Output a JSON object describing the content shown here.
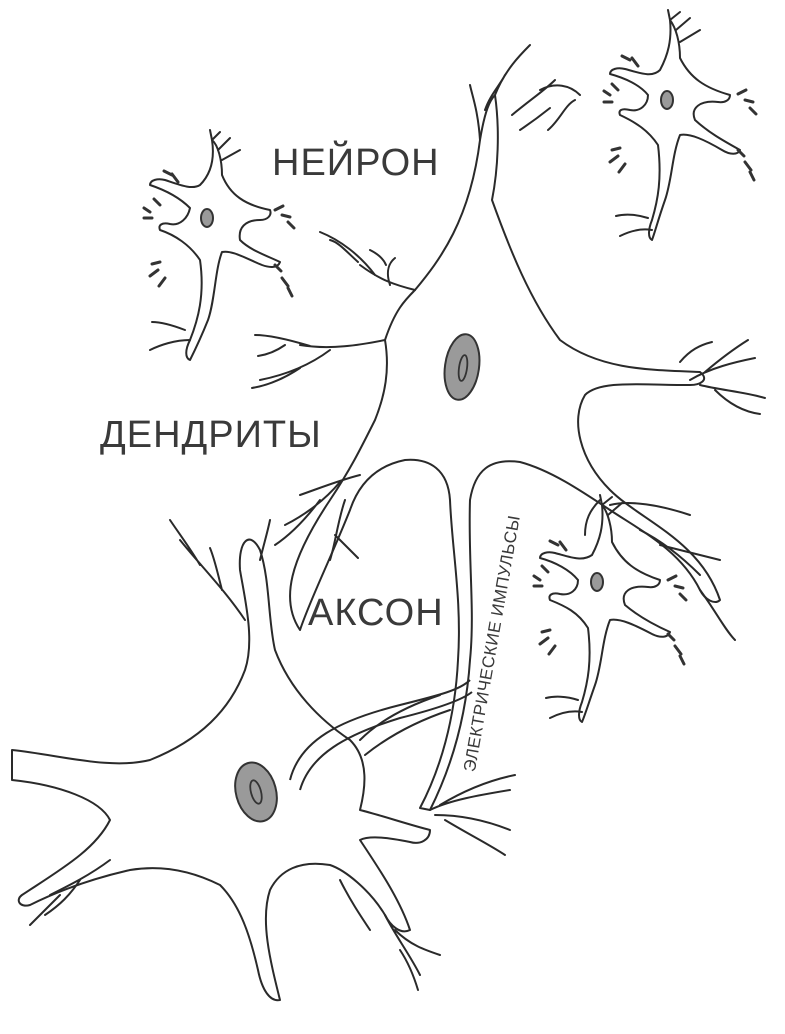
{
  "labels": {
    "neuron": "НЕЙРОН",
    "dendrites": "ДЕНДРИТЫ",
    "axon": "АКСОН",
    "impulses": "ЭЛЕКТРИЧЕСКИЕ ИМПУЛЬСЫ"
  },
  "colors": {
    "line": "#2a2a2a",
    "nucleus": "#9a9a9a",
    "text": "#3a3a3a",
    "background": "#ffffff"
  }
}
